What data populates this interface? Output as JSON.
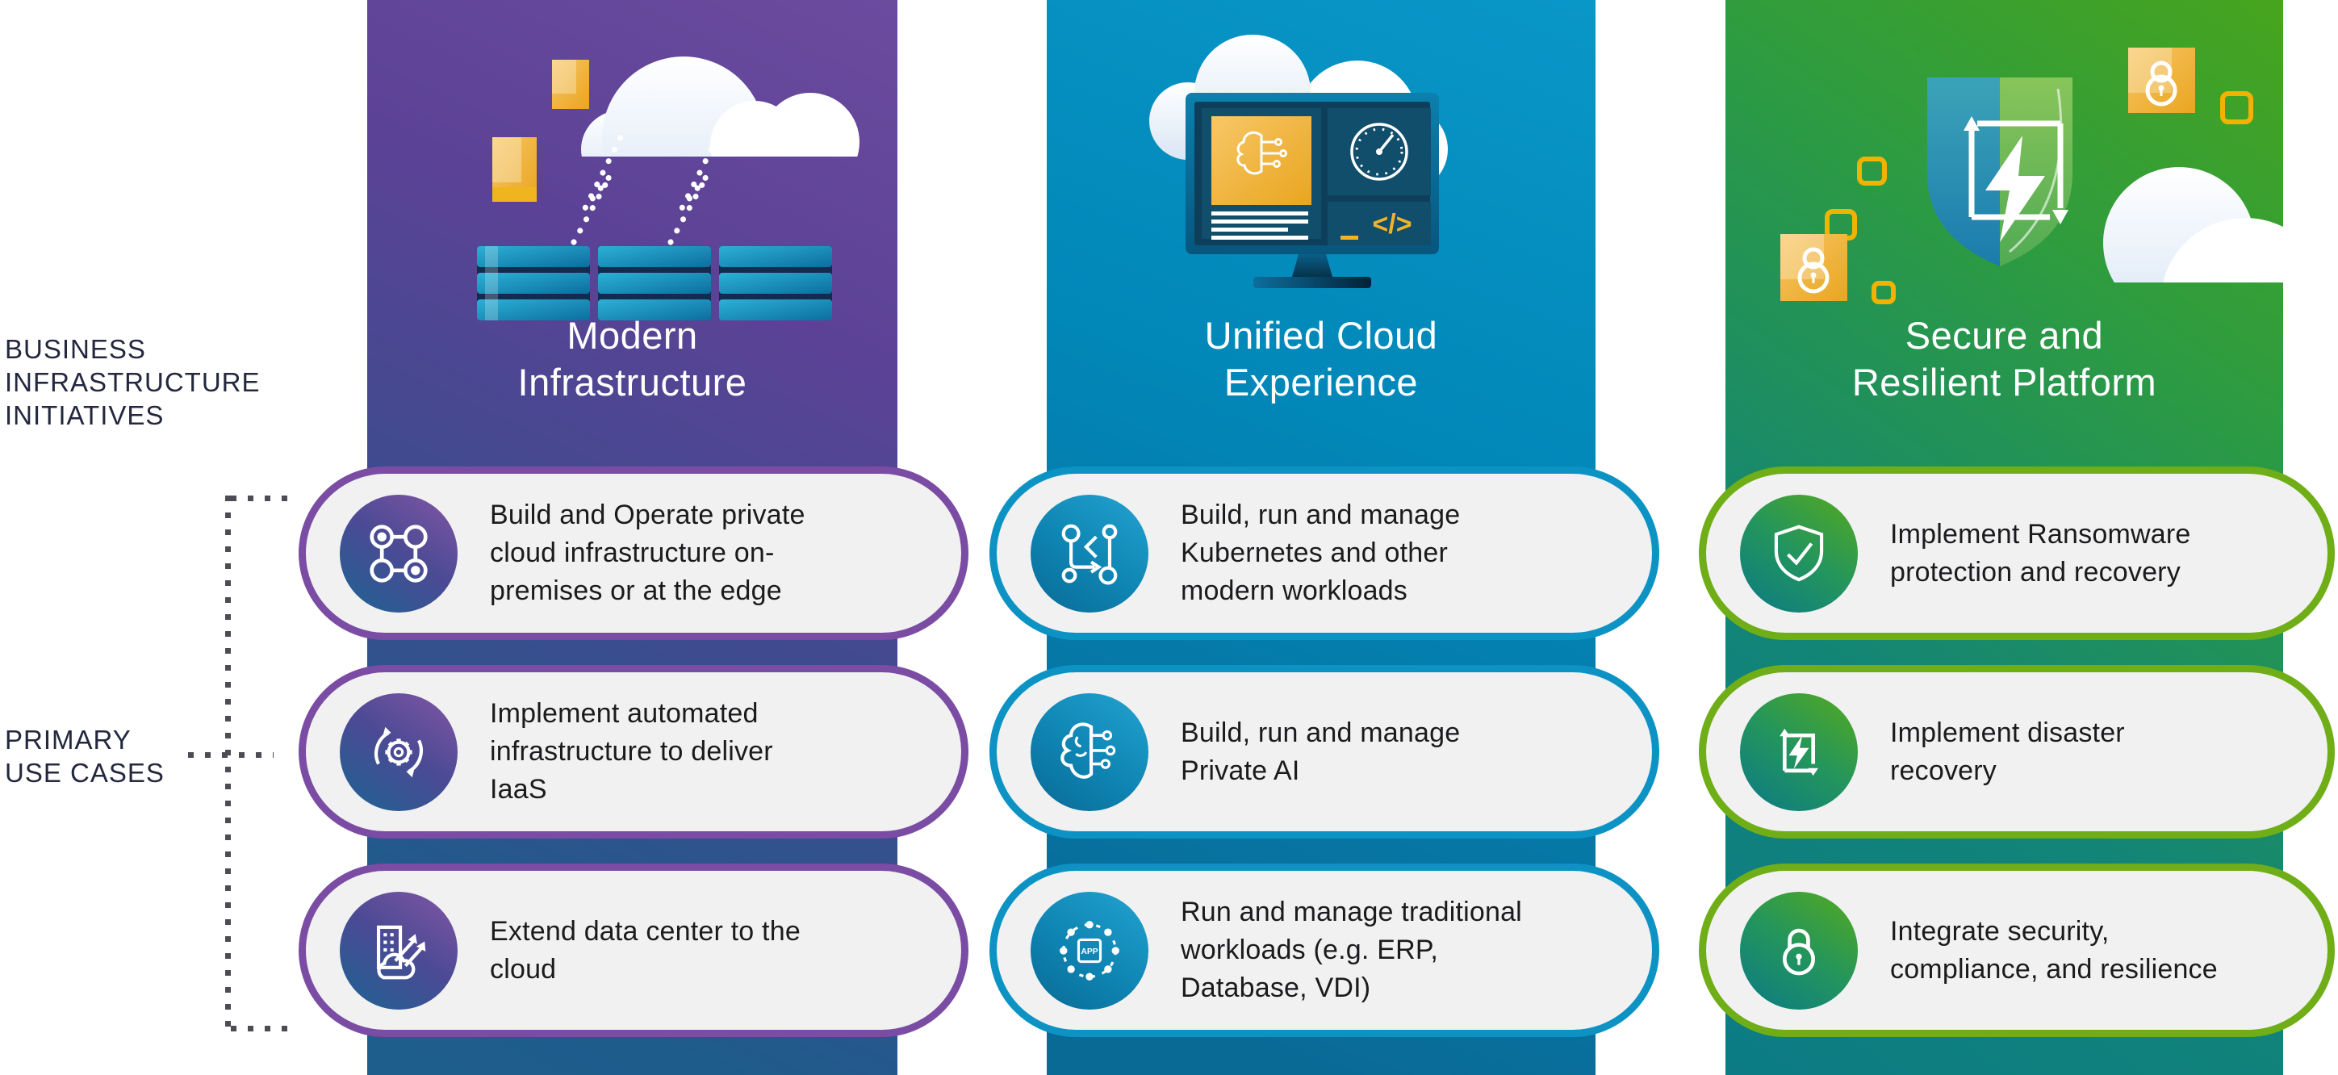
{
  "diagram": {
    "kind": "three-column initiatives and use cases infographic",
    "side_labels": {
      "initiatives": "BUSINESS\nINFRASTRUCTURE\nINITIATIVES",
      "use_cases": "PRIMARY\nUSE CASES"
    },
    "colors": {
      "label_text": "#23283F",
      "pill_background": "#F1F1F2",
      "pill_text": "#1B1B1D",
      "dotted_bracket": "#4C4C54",
      "accent_orange": "#E9A51F",
      "accent_yellow": "#F2B200",
      "column1_accent": "#7B4CA3",
      "column2_accent": "#0C93C4",
      "column3_accent": "#6FAE17"
    },
    "columns": [
      {
        "id": "modern-infrastructure",
        "title": "Modern\nInfrastructure",
        "accent": "#7B4CA3",
        "panel_gradient_top": "#6B4B9E",
        "panel_gradient_bottom": "#1D5C8B",
        "illustration": "server-racks-with-clouds-and-upload-dots",
        "use_cases": [
          {
            "icon": "network-nodes-icon",
            "text": "Build and Operate private\ncloud infrastructure on-\npremises or at the edge"
          },
          {
            "icon": "automation-gear-cycle-icon",
            "text": "Implement automated\ninfrastructure to deliver\nIaaS"
          },
          {
            "icon": "datacenter-to-cloud-icon",
            "text": "Extend data center to the\ncloud"
          }
        ]
      },
      {
        "id": "unified-cloud-experience",
        "title": "Unified Cloud\nExperience",
        "accent": "#0C93C4",
        "panel_gradient_top": "#0997C8",
        "panel_gradient_bottom": "#0A6A96",
        "illustration": "dashboard-monitor-with-ai-gauge-code-and-clouds",
        "use_cases": [
          {
            "icon": "branch-arrows-icon",
            "text": "Build, run and manage\nKubernetes and other\nmodern workloads"
          },
          {
            "icon": "ai-brain-icon",
            "text": "Build, run and manage\nPrivate AI"
          },
          {
            "icon": "app-ring-icon",
            "text": "Run and manage traditional\nworkloads (e.g. ERP,\nDatabase, VDI)"
          }
        ]
      },
      {
        "id": "secure-and-resilient-platform",
        "title": "Secure and\nResilient Platform",
        "accent": "#6FAE17",
        "panel_gradient_top": "#47A41D",
        "panel_gradient_bottom": "#0C7B85",
        "illustration": "shield-with-bolt-locks-squares-and-clouds",
        "use_cases": [
          {
            "icon": "shield-check-icon",
            "text": "Implement Ransomware\nprotection and recovery"
          },
          {
            "icon": "bolt-cycle-icon",
            "text": "Implement disaster\nrecovery"
          },
          {
            "icon": "padlock-icon",
            "text": "Integrate security,\ncompliance, and resilience"
          }
        ]
      }
    ]
  }
}
